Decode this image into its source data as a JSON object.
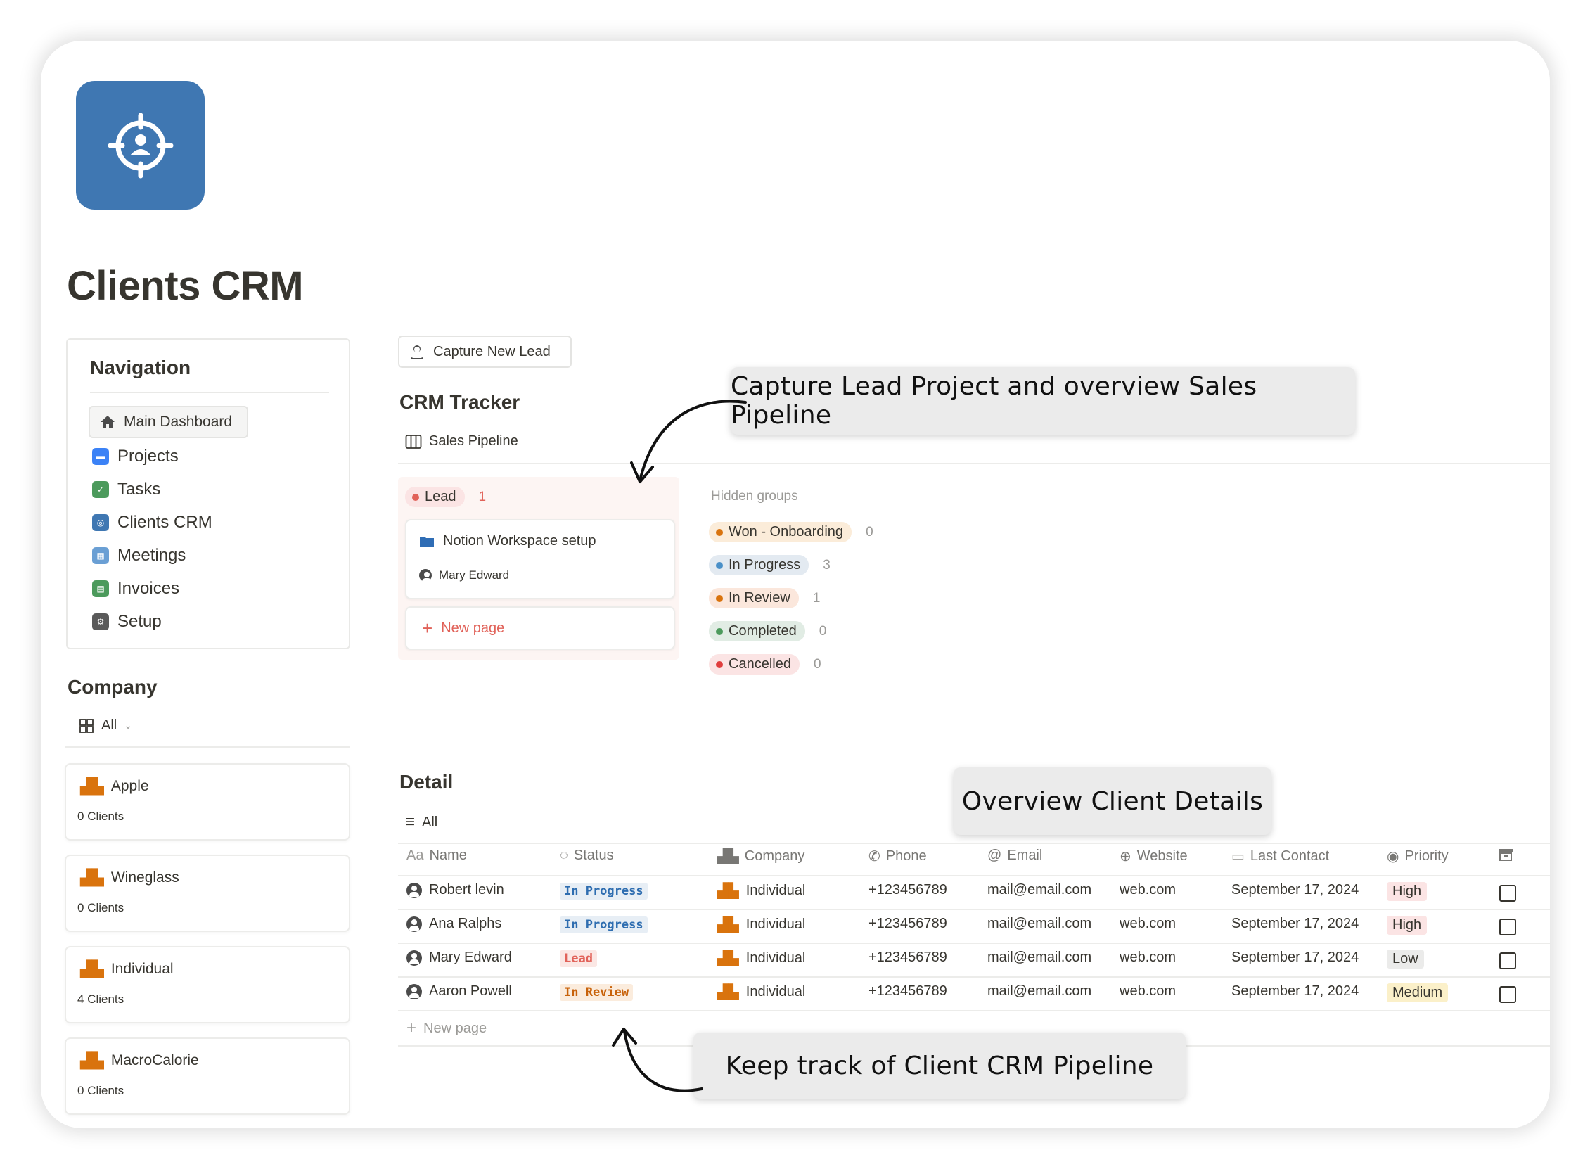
{
  "page": {
    "title": "Clients CRM"
  },
  "navigation": {
    "title": "Navigation",
    "main_button": "Main Dashboard",
    "items": [
      {
        "label": "Projects",
        "icon": "folder-icon",
        "color": "#3b82f6"
      },
      {
        "label": "Tasks",
        "icon": "check-icon",
        "color": "#4c9a5c"
      },
      {
        "label": "Clients CRM",
        "icon": "target-icon",
        "color": "#3f77b2"
      },
      {
        "label": "Meetings",
        "icon": "calendar-icon",
        "color": "#6a9fd4"
      },
      {
        "label": "Invoices",
        "icon": "invoice-icon",
        "color": "#4c9a5c"
      },
      {
        "label": "Setup",
        "icon": "gear-icon",
        "color": "#5a5a5a"
      }
    ]
  },
  "company": {
    "title": "Company",
    "view_label": "All",
    "cards": [
      {
        "name": "Apple",
        "sub": "0 Clients"
      },
      {
        "name": "Wineglass",
        "sub": "0 Clients"
      },
      {
        "name": "Individual",
        "sub": "4 Clients"
      },
      {
        "name": "MacroCalorie",
        "sub": "0 Clients"
      }
    ]
  },
  "capture_button": "Capture New Lead",
  "tracker": {
    "title": "CRM Tracker",
    "view_label": "Sales Pipeline",
    "lead_group": {
      "label": "Lead",
      "count": "1",
      "color": "#e16259"
    },
    "card": {
      "title": "Notion Workspace setup",
      "person": "Mary Edward"
    },
    "new_page": "New page",
    "hidden_title": "Hidden groups",
    "hidden_groups": [
      {
        "label": "Won - Onboarding",
        "count": "0",
        "bg": "#fbecd9",
        "dot": "#d9730d"
      },
      {
        "label": "In Progress",
        "count": "3",
        "bg": "#e3eaf1",
        "dot": "#4a90c8"
      },
      {
        "label": "In Review",
        "count": "1",
        "bg": "#fbe7dc",
        "dot": "#d9730d"
      },
      {
        "label": "Completed",
        "count": "0",
        "bg": "#e1ece4",
        "dot": "#4c9a5c"
      },
      {
        "label": "Cancelled",
        "count": "0",
        "bg": "#fbe4e4",
        "dot": "#e03e3e"
      }
    ]
  },
  "detail": {
    "title": "Detail",
    "view_label": "All",
    "columns": [
      "Name",
      "Status",
      "Company",
      "Phone",
      "Email",
      "Website",
      "Last Contact",
      "Priority"
    ],
    "column_icons": {
      "name": "Aa"
    },
    "rows": [
      {
        "name": "Robert levin",
        "status": "In Progress",
        "company": "Individual",
        "phone": "+123456789",
        "email": "mail@email.com",
        "website": "web.com",
        "last": "September 17, 2024",
        "priority": "High"
      },
      {
        "name": "Ana Ralphs",
        "status": "In Progress",
        "company": "Individual",
        "phone": "+123456789",
        "email": "mail@email.com",
        "website": "web.com",
        "last": "September 17, 2024",
        "priority": "High"
      },
      {
        "name": "Mary Edward",
        "status": "Lead",
        "company": "Individual",
        "phone": "+123456789",
        "email": "mail@email.com",
        "website": "web.com",
        "last": "September 17, 2024",
        "priority": "Low"
      },
      {
        "name": "Aaron Powell",
        "status": "In Review",
        "company": "Individual",
        "phone": "+123456789",
        "email": "mail@email.com",
        "website": "web.com",
        "last": "September 17, 2024",
        "priority": "Medium"
      }
    ],
    "new_page": "New page"
  },
  "callouts": {
    "pipeline": "Capture Lead Project and overview Sales Pipeline",
    "details": "Overview Client Details",
    "track": "Keep track of Client CRM Pipeline"
  }
}
